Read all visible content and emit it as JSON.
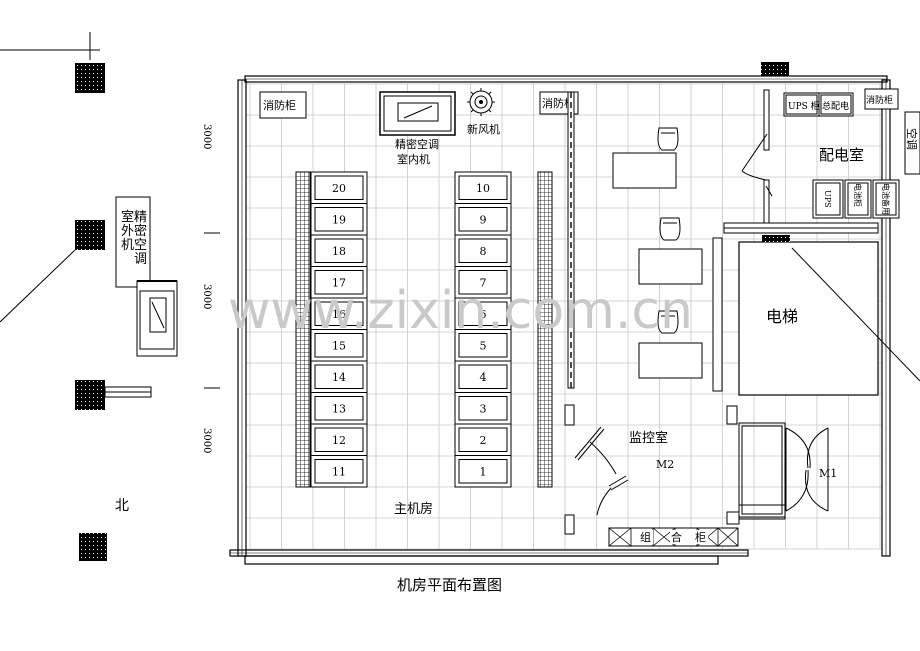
{
  "drawing_title": "机房平面布置图",
  "compass": "北",
  "dimensions": [
    "3000",
    "3000",
    "3000"
  ],
  "watermark": "www.zixin.com.cn",
  "rooms": {
    "main": "主机房",
    "monitor": "监控室",
    "power": "配电室",
    "elevator": "电梯"
  },
  "equipment": {
    "fire_cabinet": "消防柜",
    "fresh_air": "新风机",
    "precision_ac_line1": "精密空调",
    "precision_ac_line2": "室内机",
    "outdoor_ac_col1": "室外机",
    "outdoor_ac_col2": "精密空调",
    "ups_cabinet": "UPS 柜",
    "main_power": "总配电",
    "ups": "UPS",
    "battery_cabinet": "电池柜",
    "backup_battery": "电池备用",
    "right_edge_ac": "空调",
    "combo_cabinet": [
      "组",
      "合",
      "柜"
    ],
    "door_m1": "M1",
    "door_m2": "M2"
  },
  "racks_left": [
    "20",
    "19",
    "18",
    "17",
    "16",
    "15",
    "14",
    "13",
    "12",
    "11"
  ],
  "racks_right": [
    "10",
    "9",
    "8",
    "7",
    "6",
    "5",
    "4",
    "3",
    "2",
    "1"
  ]
}
